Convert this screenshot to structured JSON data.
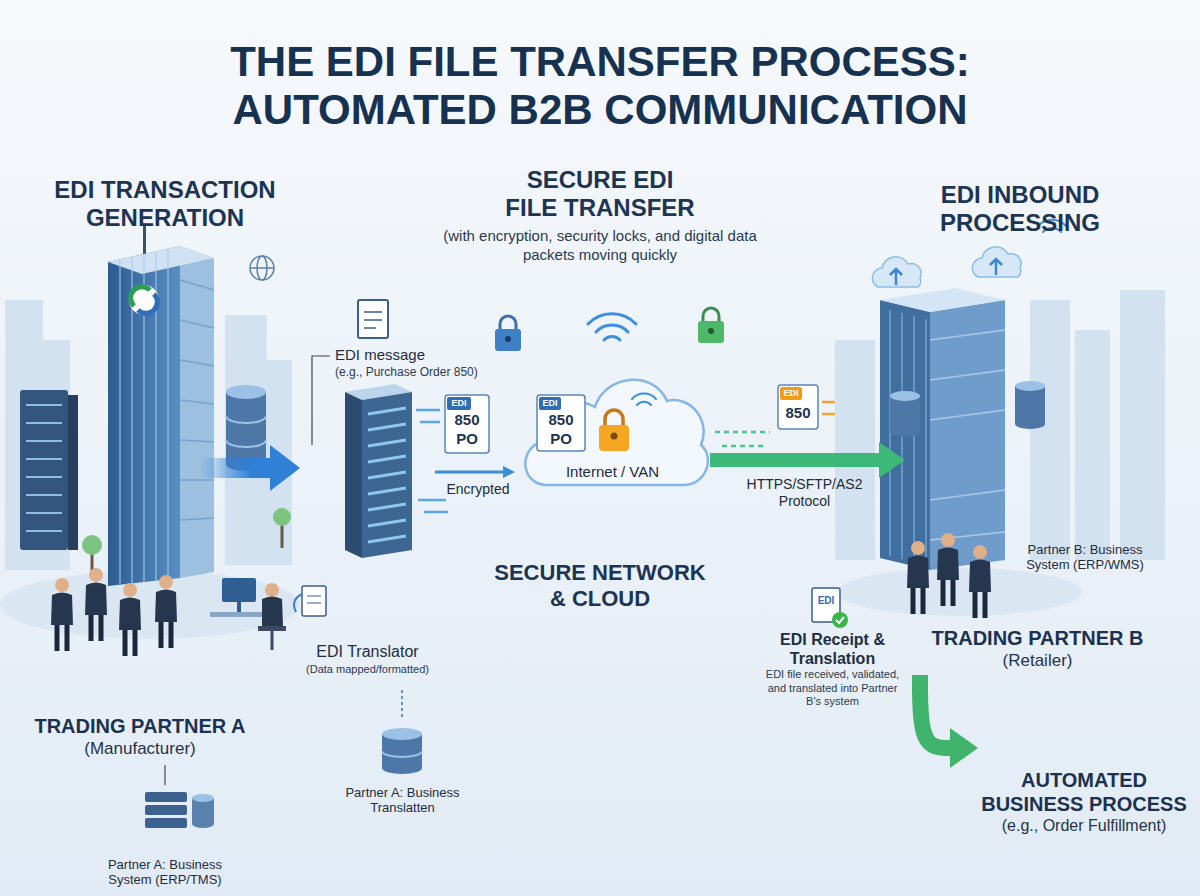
{
  "diagram": {
    "title": "THE EDI FILE TRANSFER PROCESS: AUTOMATED B2B COMMUNICATION",
    "nodes": [
      {
        "text": [
          "TRADING PARTNER A",
          "(Manufacturer)"
        ]
      },
      {
        "text": [
          "Partner A: Business System (ERP/TMS)"
        ]
      },
      {
        "text": [
          "EDI Translator",
          "(Data mapped/formatted)"
        ]
      },
      {
        "text": [
          "Partner A: Business Translatten"
        ]
      },
      {
        "text": [
          "Internet / VAN"
        ]
      },
      {
        "text": [
          "TRADING PARTNER B",
          "(Retailer)"
        ]
      },
      {
        "text": [
          "Partner B: Business System (ERP/WMS)"
        ],
        "in": 5
      },
      {
        "text": [
          "EDI Receipt & Translation",
          "EDI file received, validated, and translated into Partner B's system"
        ]
      },
      {
        "text": [
          "AUTOMATED BUSINESS PROCESS",
          "(e.g., Order Fulfillment)"
        ]
      }
    ],
    "edges": [
      {
        "from": 0,
        "to": 1,
        "arrow": "none"
      },
      {
        "from": 0,
        "to": 2,
        "arrow": "to"
      },
      {
        "from": 2,
        "to": 3,
        "arrow": "none"
      },
      {
        "from": 2,
        "to": 4,
        "label": "Encrypted",
        "arrow": "to"
      },
      {
        "from": 4,
        "to": 5,
        "label": "HTTPS/SFTP/AS2 Protocol",
        "arrow": "to"
      },
      {
        "from": 5,
        "to": 8,
        "arrow": "to"
      }
    ],
    "labels": [
      "EDI TRANSACTION GENERATION",
      "SECURE EDI FILE TRANSFER",
      "(with encryption, security locks, and digital data packets moving quickly",
      "EDI INBOUND PROCESSING",
      "EDI message",
      "(e.g., Purchase Order 850)",
      "SECURE NETWORK & CLOUD",
      "EDI",
      "850",
      "PO",
      "EDI",
      "850",
      "PO",
      "EDI",
      "850",
      "EDI"
    ]
  }
}
